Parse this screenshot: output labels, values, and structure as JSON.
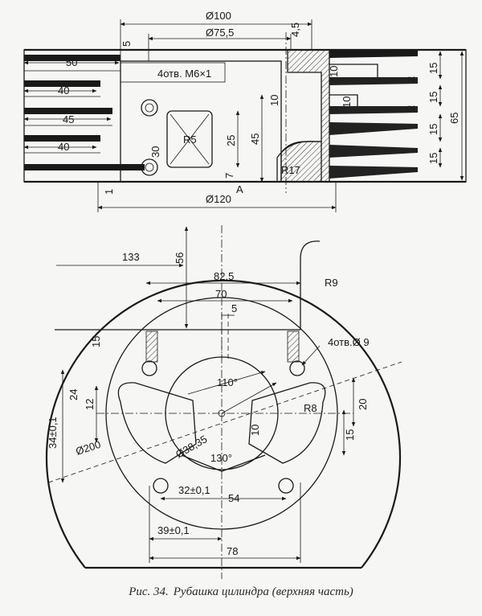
{
  "caption": {
    "prefix": "Рис. 34.",
    "text": "Рубашка цилиндра (верхняя часть)"
  },
  "side_view": {
    "dims": {
      "d100": "Ø100",
      "d75_5": "Ø75,5",
      "d4_5": "4,5",
      "d5": "5",
      "d50": "50",
      "d40a": "40",
      "d45": "45",
      "d40b": "40",
      "thread": "4отв. М6×1",
      "d30": "30",
      "r5": "R5",
      "d25": "25",
      "d45v": "45",
      "d7": "7",
      "d10v": "10",
      "r17": "R17",
      "d10a": "10",
      "d10b": "10",
      "d2a": "2",
      "d2b": "2",
      "d15a": "15",
      "d15b": "15",
      "d15c": "15",
      "d15d": "15",
      "d65": "65",
      "d1": "1",
      "d120": "Ø120",
      "sec_a": "A"
    }
  },
  "plan_view": {
    "dims": {
      "d133": "133",
      "d56": "56",
      "d82_5": "82,5",
      "d70": "70",
      "d5": "5",
      "r9": "R9",
      "d15": "15",
      "holes": "4отв.Ø 9",
      "ang110": "110°",
      "d24": "24",
      "d12": "12",
      "r8": "R8",
      "d20": "20",
      "d10": "10",
      "d15b": "15",
      "d34": "34±0,1",
      "d200": "Ø200",
      "d38": "Ø38,35",
      "ang130": "130°",
      "d32": "32±0,1",
      "d54": "54",
      "d39": "39±0,1",
      "d78": "78"
    }
  }
}
